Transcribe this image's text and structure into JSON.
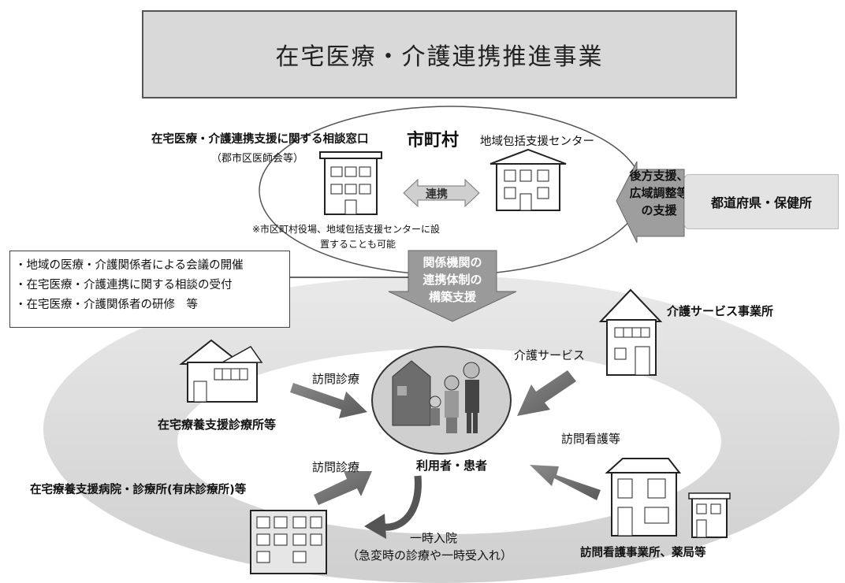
{
  "title": "在宅医療・介護連携推進事業",
  "municipality": {
    "name": "市町村",
    "consult_window": "在宅医療・介護連携支援に関する相談窓口",
    "consult_window_sub": "（郡市区医師会等）",
    "note_line1": "※市区町村役場、地域包括支援センターに設",
    "note_line2": "置することも可能",
    "center": "地域包括支援センター",
    "link_label": "連携"
  },
  "support_arrow": {
    "line1": "後方支援、",
    "line2": "広域調整等",
    "line3": "の支援"
  },
  "prefecture": "都道府県・保健所",
  "activities": [
    "・地域の医療・介護関係者による会議の開催",
    "・在宅医療・介護連携に関する相談の受付",
    "・在宅医療・介護関係者の研修　等"
  ],
  "coordination_arrow": {
    "line1": "関係機関の",
    "line2": "連携体制の",
    "line3": "構築支援"
  },
  "providers": {
    "care_service_office": "介護サービス事業所",
    "home_care_clinic": "在宅療養支援診療所等",
    "home_care_hospital": "在宅療養支援病院・診療所(有床診療所)等",
    "nursing_station": "訪問看護事業所、薬局等"
  },
  "services": {
    "home_visit_medical_1": "訪問診療",
    "care_service": "介護サービス",
    "home_visit_medical_2": "訪問診療",
    "home_visit_nursing": "訪問看護等"
  },
  "patient_label": "利用者・患者",
  "temp_admission": "一時入院",
  "temp_admission_sub": "（急変時の診療や一時受入れ）"
}
